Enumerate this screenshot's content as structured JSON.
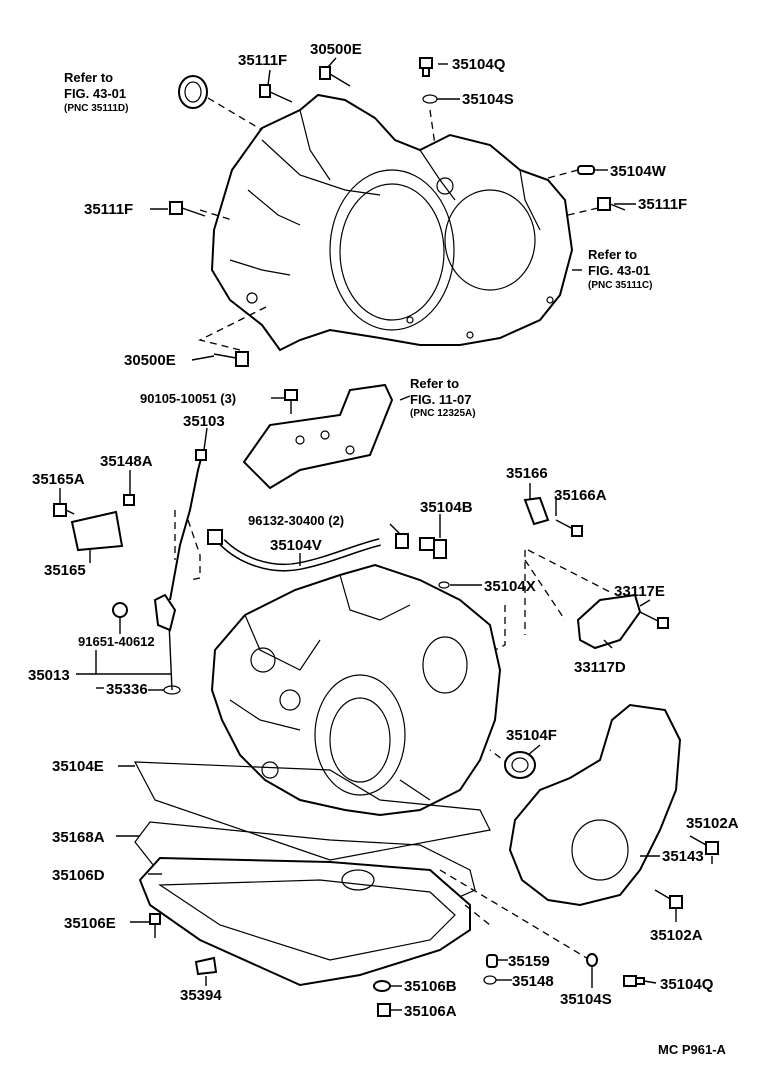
{
  "labels": {
    "refer_1": "Refer to",
    "fig_1": "FIG. 43-01",
    "pnc_1": "(PNC 35111D)",
    "p35111F_a": "35111F",
    "p30500E_a": "30500E",
    "p35104Q_a": "35104Q",
    "p35104S_a": "35104S",
    "p35104W": "35104W",
    "p35111F_b": "35111F",
    "p35111F_c": "35111F",
    "refer_2": "Refer to",
    "fig_2": "FIG. 43-01",
    "pnc_2": "(PNC 35111C)",
    "p30500E_b": "30500E",
    "p90105": "90105-10051 (3)",
    "refer_3": "Refer to",
    "fig_3": "FIG. 11-07",
    "pnc_3": "(PNC 12325A)",
    "p35103": "35103",
    "p35148A": "35148A",
    "p35165A": "35165A",
    "p35165": "35165",
    "p35166": "35166",
    "p35166A": "35166A",
    "p96132": "96132-30400 (2)",
    "p35104B": "35104B",
    "p35104V": "35104V",
    "p35104X": "35104X",
    "p33117E": "33117E",
    "p33117D": "33117D",
    "p91651": "91651-40612",
    "p35013": "35013",
    "p35336": "35336",
    "p35104F": "35104F",
    "p35104E": "35104E",
    "p35102A_a": "35102A",
    "p35143": "35143",
    "p35168A": "35168A",
    "p35106D": "35106D",
    "p35106E": "35106E",
    "p35102A_b": "35102A",
    "p35159": "35159",
    "p35148": "35148",
    "p35104S_b": "35104S",
    "p35104Q_b": "35104Q",
    "p35394": "35394",
    "p35106B": "35106B",
    "p35106A": "35106A",
    "footer": "MC  P961-A"
  }
}
